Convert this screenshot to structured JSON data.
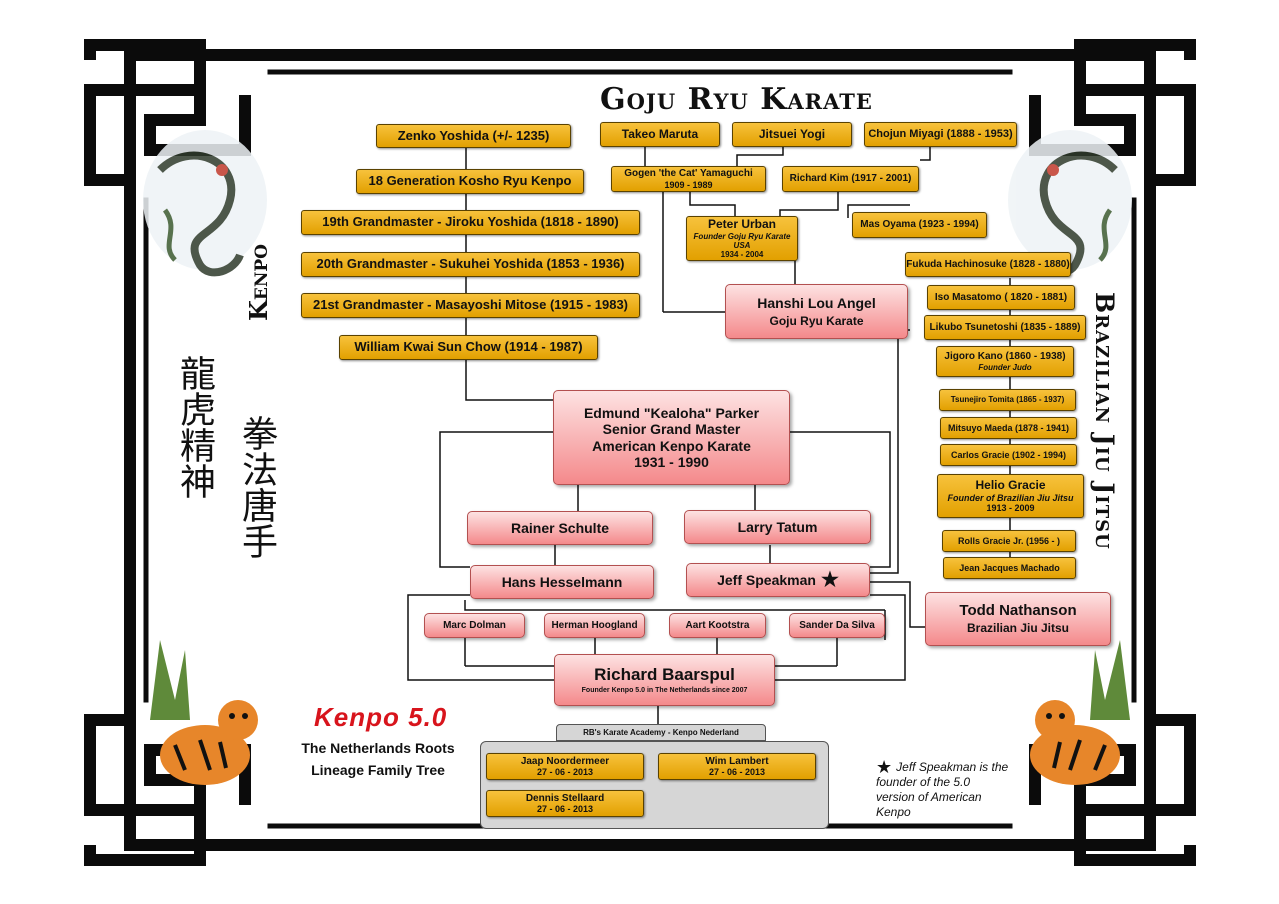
{
  "headings": {
    "goju": "Goju Ryu Karate",
    "kenpo": "Kenpo",
    "bjj": "Brazilian Jiu Jitsu"
  },
  "kanji": {
    "left": "龍虎精神",
    "right": "拳法唐手"
  },
  "logo": {
    "brand": "Kenpo 5.0",
    "line1": "The Netherlands Roots",
    "line2": "Lineage Family Tree"
  },
  "note": {
    "star": "★",
    "text": "Jeff Speakman is the founder of the 5.0 version of American Kenpo"
  },
  "kenpo_lineage": [
    "Zenko Yoshida (+/- 1235)",
    "18 Generation Kosho Ryu Kenpo",
    "19th Grandmaster - Jiroku Yoshida (1818 - 1890)",
    "20th Grandmaster - Sukuhei Yoshida (1853 - 1936)",
    "21st Grandmaster - Masayoshi Mitose (1915 - 1983)",
    "William Kwai Sun Chow (1914 - 1987)"
  ],
  "goju": {
    "takeo": "Takeo Maruta",
    "jitsuei": "Jitsuei Yogi",
    "chojun": "Chojun Miyagi (1888 - 1953)",
    "gogen_name": "Gogen 'the Cat' Yamaguchi",
    "gogen_years": "1909 - 1989",
    "richard_kim": "Richard Kim (1917 - 2001)",
    "peter_name": "Peter Urban",
    "peter_sub": "Founder Goju Ryu Karate USA",
    "peter_years": "1934 - 2004",
    "mas_oyama": "Mas Oyama (1923 - 1994)",
    "lou_name": "Hanshi Lou Angel",
    "lou_sub": "Goju Ryu Karate"
  },
  "bjj_lineage": [
    "Fukuda Hachinosuke (1828 - 1880)",
    "Iso Masatomo ( 1820 - 1881)",
    "Likubo Tsunetoshi (1835 - 1889)"
  ],
  "bjj_kano": {
    "name": "Jigoro Kano (1860 - 1938)",
    "sub": "Founder Judo"
  },
  "bjj_lineage2": [
    "Tsunejiro Tomita (1865 - 1937)",
    "Mitsuyo Maeda (1878 - 1941)",
    "Carlos Gracie (1902 - 1994)"
  ],
  "bjj_helio": {
    "name": "Helio Gracie",
    "sub": "Founder of Brazilian Jiu Jitsu",
    "years": "1913 - 2009"
  },
  "bjj_lineage3": [
    "Rolls Gracie Jr. (1956 - )",
    "Jean Jacques Machado"
  ],
  "parker": {
    "line1": "Edmund \"Kealoha\" Parker",
    "line2": "Senior Grand Master",
    "line3": "American Kenpo Karate",
    "line4": "1931 - 1990"
  },
  "students": {
    "rainer": "Rainer Schulte",
    "larry": "Larry Tatum",
    "hans": "Hans Hesselmann",
    "jeff": "Jeff Speakman",
    "jeff_star": "★",
    "todd_name": "Todd Nathanson",
    "todd_sub": "Brazilian Jiu Jitsu"
  },
  "instructors": [
    "Marc Dolman",
    "Herman Hoogland",
    "Aart Kootstra",
    "Sander Da Silva"
  ],
  "richard": {
    "name": "Richard Baarspul",
    "sub": "Founder Kenpo 5.0 in The Netherlands since 2007"
  },
  "academy": {
    "label": "RB's Karate Academy - Kenpo Nederland",
    "members": [
      {
        "name": "Jaap Noordermeer",
        "date": "27 - 06 - 2013"
      },
      {
        "name": "Wim Lambert",
        "date": "27 - 06 - 2013"
      },
      {
        "name": "Dennis Stellaard",
        "date": "27 - 06 - 2013"
      }
    ]
  },
  "colors": {
    "gold": "#eeb21c",
    "pink": "#f4898b",
    "border": "#111111",
    "kenpo_red": "#d8141c"
  }
}
